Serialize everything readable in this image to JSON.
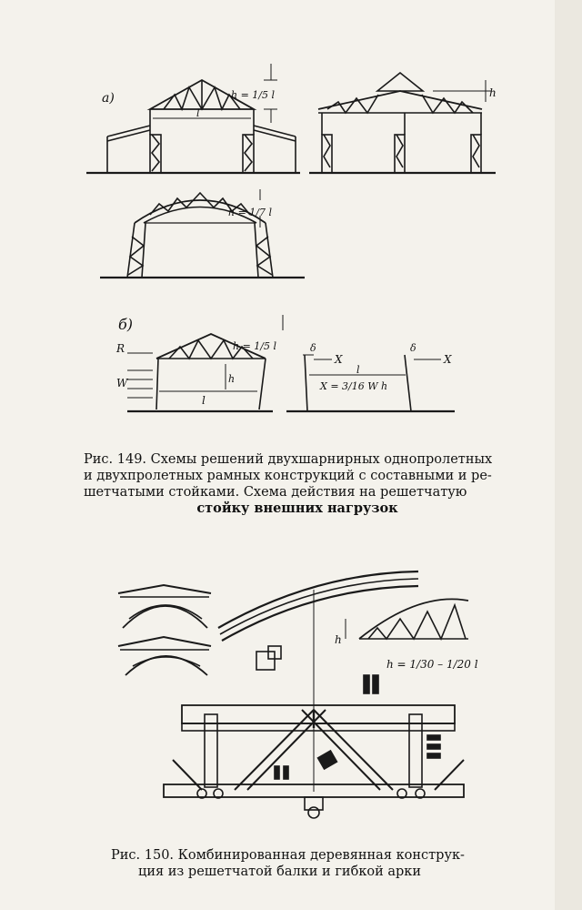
{
  "figure149": {
    "part_a_label": "а)",
    "part_b_label": "б)",
    "h_formula_top": "h = 1/5 l",
    "h_formula_arch": "h = 1/7 l",
    "h_formula_b": "h = 1/5 l",
    "span_label": "l",
    "height_label": "h",
    "load_R": "R",
    "load_W": "W",
    "delta": "δ",
    "force_X": "X",
    "x_formula": "X = 3/16 W h",
    "caption_lines": [
      "Рис. 149. Схемы решений двухшарнирных однопролетных",
      "и двухпролетных рамных конструкций с составными и ре-",
      "шетчатыми стойками. Схема действия на решетчатую",
      "стойку внешних нагрузок"
    ]
  },
  "figure150": {
    "h_label": "h",
    "h_formula": "h = 1/30 – 1/20 l",
    "caption_lines": [
      "Рис. 150. Комбинированная деревянная конструк-",
      "ция из решетчатой балки и гибкой арки"
    ]
  }
}
